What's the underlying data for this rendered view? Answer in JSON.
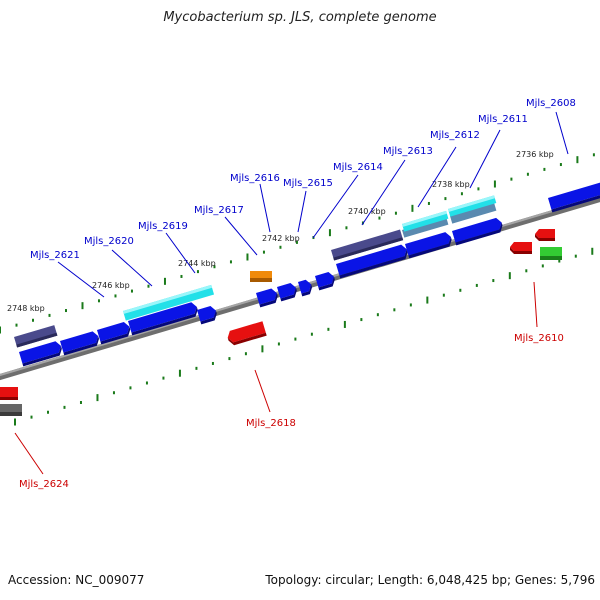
{
  "title": "Mycobacterium sp. JLS, complete genome",
  "footer": {
    "accession": "Accession: NC_009077",
    "summary": "Topology: circular; Length: 6,048,425 bp; Genes: 5,796"
  },
  "ticks": [
    {
      "label": "2736 kbp"
    },
    {
      "label": "2738 kbp"
    },
    {
      "label": "2740 kbp"
    },
    {
      "label": "2742 kbp"
    },
    {
      "label": "2744 kbp"
    },
    {
      "label": "2746 kbp"
    },
    {
      "label": "2748 kbp"
    }
  ],
  "genes": {
    "forward": [
      {
        "name": "Mjls_2608"
      },
      {
        "name": "Mjls_2611"
      },
      {
        "name": "Mjls_2612"
      },
      {
        "name": "Mjls_2613"
      },
      {
        "name": "Mjls_2614"
      },
      {
        "name": "Mjls_2615"
      },
      {
        "name": "Mjls_2616"
      },
      {
        "name": "Mjls_2617"
      },
      {
        "name": "Mjls_2619"
      },
      {
        "name": "Mjls_2620"
      },
      {
        "name": "Mjls_2621"
      }
    ],
    "reverse": [
      {
        "name": "Mjls_2610"
      },
      {
        "name": "Mjls_2618"
      },
      {
        "name": "Mjls_2624"
      }
    ]
  },
  "colors": {
    "forward_label": "#0000cc",
    "reverse_label": "#cc0000",
    "cds_forward": "#0a14e6",
    "cds_reverse": "#e61010",
    "gene_bar": "#4a4a8c",
    "cyan_feature": "#22e0e8",
    "orange_feature": "#f08a0a",
    "green_feature": "#33cc33",
    "backbone": "#8a8a8a",
    "tick": "#1a7a1a"
  }
}
